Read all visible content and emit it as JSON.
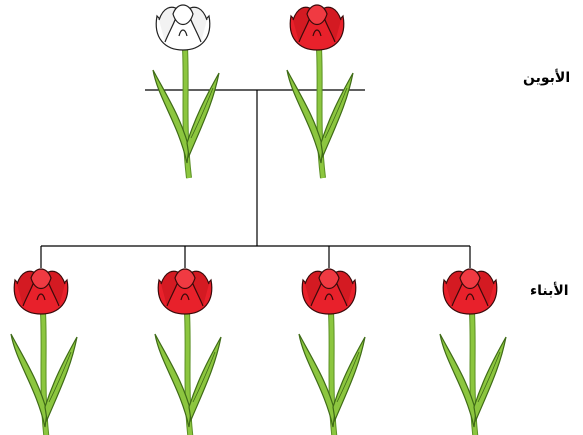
{
  "labels": {
    "parents": "الأبوين",
    "children": "الأبناء"
  },
  "colors": {
    "red_petal": "#e8212b",
    "red_shadow": "#b3121a",
    "white_petal": "#ffffff",
    "stem": "#8cc63f",
    "stem_dark": "#5a8f24",
    "line": "#000000"
  },
  "parents": [
    {
      "id": "parent-white-tulip",
      "color": "white"
    },
    {
      "id": "parent-red-tulip",
      "color": "red"
    }
  ],
  "children": [
    {
      "id": "child-tulip-1",
      "color": "red"
    },
    {
      "id": "child-tulip-2",
      "color": "red"
    },
    {
      "id": "child-tulip-3",
      "color": "red"
    },
    {
      "id": "child-tulip-4",
      "color": "red"
    }
  ]
}
